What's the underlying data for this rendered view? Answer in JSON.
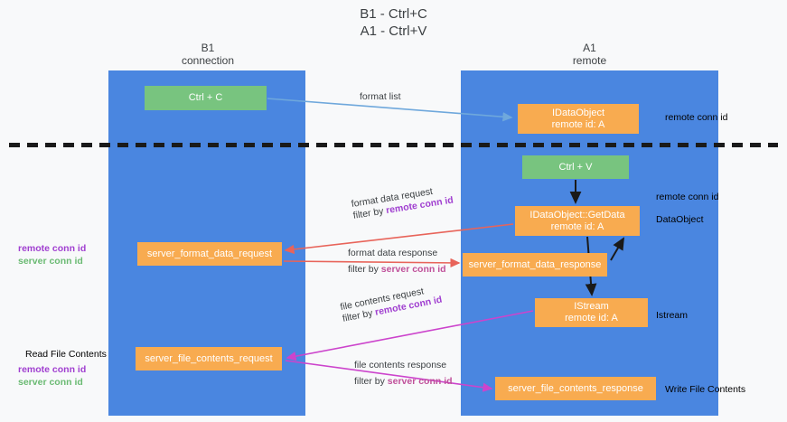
{
  "title": {
    "line1": "B1 - Ctrl+C",
    "line2": "A1 - Ctrl+V"
  },
  "columns": {
    "left": {
      "name": "B1",
      "role": "connection"
    },
    "right": {
      "name": "A1",
      "role": "remote"
    }
  },
  "boxes": {
    "ctrl_c": "Ctrl + C",
    "idataobject": {
      "line1": "IDataObject",
      "line2": "remote id: A"
    },
    "ctrl_v": "Ctrl + V",
    "getdata": {
      "line1": "IDataObject::GetData",
      "line2": "remote id: A"
    },
    "server_format_data_request": "server_format_data_request",
    "server_format_data_response": "server_format_data_response",
    "istream": {
      "line1": "IStream",
      "line2": "remote id: A"
    },
    "server_file_contents_request": "server_file_contents_request",
    "server_file_contents_response": "server_file_contents_response"
  },
  "edge_labels": {
    "format_list": "format list",
    "format_data_request": "format data request",
    "format_data_response": "format data response",
    "file_contents_request": "file contents request",
    "file_contents_response": "file contents response",
    "filter_by": "filter by ",
    "remote_conn_id": "remote conn id",
    "server_conn_id": "server conn id"
  },
  "annotations": {
    "right": {
      "r1": "remote conn id",
      "r2": "remote conn id",
      "r3": "DataObject",
      "r4": "Istream",
      "r5": "Write File Contents"
    },
    "left": {
      "l1_remote": "remote conn id",
      "l1_server": "server conn id",
      "l2": "Read File Contents",
      "l3_remote": "remote conn id",
      "l3_server": "server conn id"
    }
  },
  "colors": {
    "lane": "#4a86e0",
    "green_box": "#78c47f",
    "orange_box": "#f8ab50",
    "remote_conn_id": "#a03fd0",
    "server_conn_id": "#6aba72",
    "arrow_blue": "#6fa8dc",
    "arrow_red": "#e8645a",
    "arrow_magenta": "#cc44cc",
    "arrow_black": "#1a1a1a",
    "background": "#f8f9fa"
  }
}
